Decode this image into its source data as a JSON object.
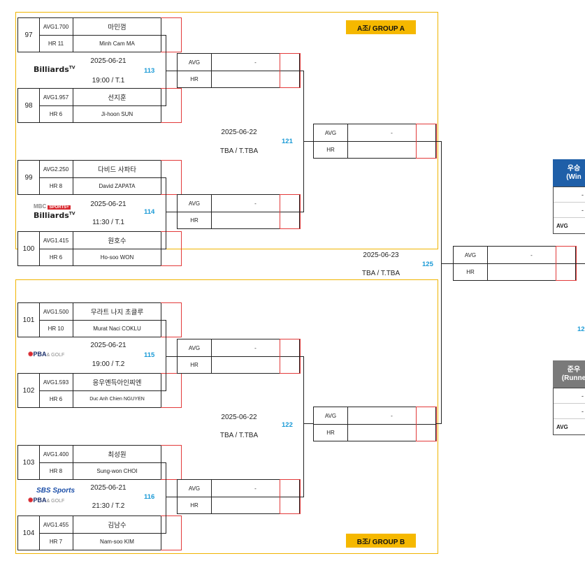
{
  "groups": {
    "a_label": "A조/ GROUP A",
    "b_label": "B조/ GROUP B"
  },
  "players": [
    {
      "seed": "97",
      "avg": "AVG1.700",
      "hr": "HR 11",
      "name_ko": "마민껌",
      "name_en": "Minh Cam MA"
    },
    {
      "seed": "98",
      "avg": "AVG1.957",
      "hr": "HR 6",
      "name_ko": "선지훈",
      "name_en": "Ji-hoon SUN"
    },
    {
      "seed": "99",
      "avg": "AVG2.250",
      "hr": "HR 8",
      "name_ko": "다비드 사파타",
      "name_en": "David ZAPATA"
    },
    {
      "seed": "100",
      "avg": "AVG1.415",
      "hr": "HR 6",
      "name_ko": "원호수",
      "name_en": "Ho-soo WON"
    },
    {
      "seed": "101",
      "avg": "AVG1.500",
      "hr": "HR 10",
      "name_ko": "무라트 나지 초클루",
      "name_en": "Murat Naci COKLU"
    },
    {
      "seed": "102",
      "avg": "AVG1.593",
      "hr": "HR 6",
      "name_ko": "응우옌득아인찌엔",
      "name_en": "Duc Anh Chien NGUYEN"
    },
    {
      "seed": "103",
      "avg": "AVG1.400",
      "hr": "HR 8",
      "name_ko": "최성원",
      "name_en": "Sung-won CHOI"
    },
    {
      "seed": "104",
      "avg": "AVG1.455",
      "hr": "HR 7",
      "name_ko": "김남수",
      "name_en": "Nam-soo KIM"
    }
  ],
  "matches_r1": [
    {
      "no": "113",
      "date": "2025-06-21",
      "time": "19:00 / T.1"
    },
    {
      "no": "114",
      "date": "2025-06-21",
      "time": "11:30 / T.1"
    },
    {
      "no": "115",
      "date": "2025-06-21",
      "time": "19:00 / T.2"
    },
    {
      "no": "116",
      "date": "2025-06-21",
      "time": "21:30 / T.2"
    }
  ],
  "matches_r2": [
    {
      "no": "121",
      "date": "2025-06-22",
      "time": "TBA / T.TBA"
    },
    {
      "no": "122",
      "date": "2025-06-22",
      "time": "TBA / T.TBA"
    }
  ],
  "match_final": {
    "no": "125",
    "date": "2025-06-23",
    "time": "TBA / T.TBA",
    "partial_no": "12"
  },
  "result_card": {
    "avg_label": "AVG",
    "hr_label": "HR",
    "avg_value": "-"
  },
  "winner_panel": {
    "title_ko": "우승",
    "title_en": "(Win",
    "row1": "-",
    "row2": "-",
    "avg_label": "AVG",
    "color": "#1f5fa8"
  },
  "runner_panel": {
    "title_ko": "준우",
    "title_en": "(Runne",
    "row1": "-",
    "row2": "-",
    "avg_label": "AVG",
    "color": "#7a7a7a"
  },
  "logos": {
    "billiards": "Billiards",
    "tv": "TV",
    "mbc": "MBC",
    "sports": "SPORTS+",
    "pba": "PBA",
    "golf": "& GOLF",
    "sbs": "SBS Sports"
  }
}
